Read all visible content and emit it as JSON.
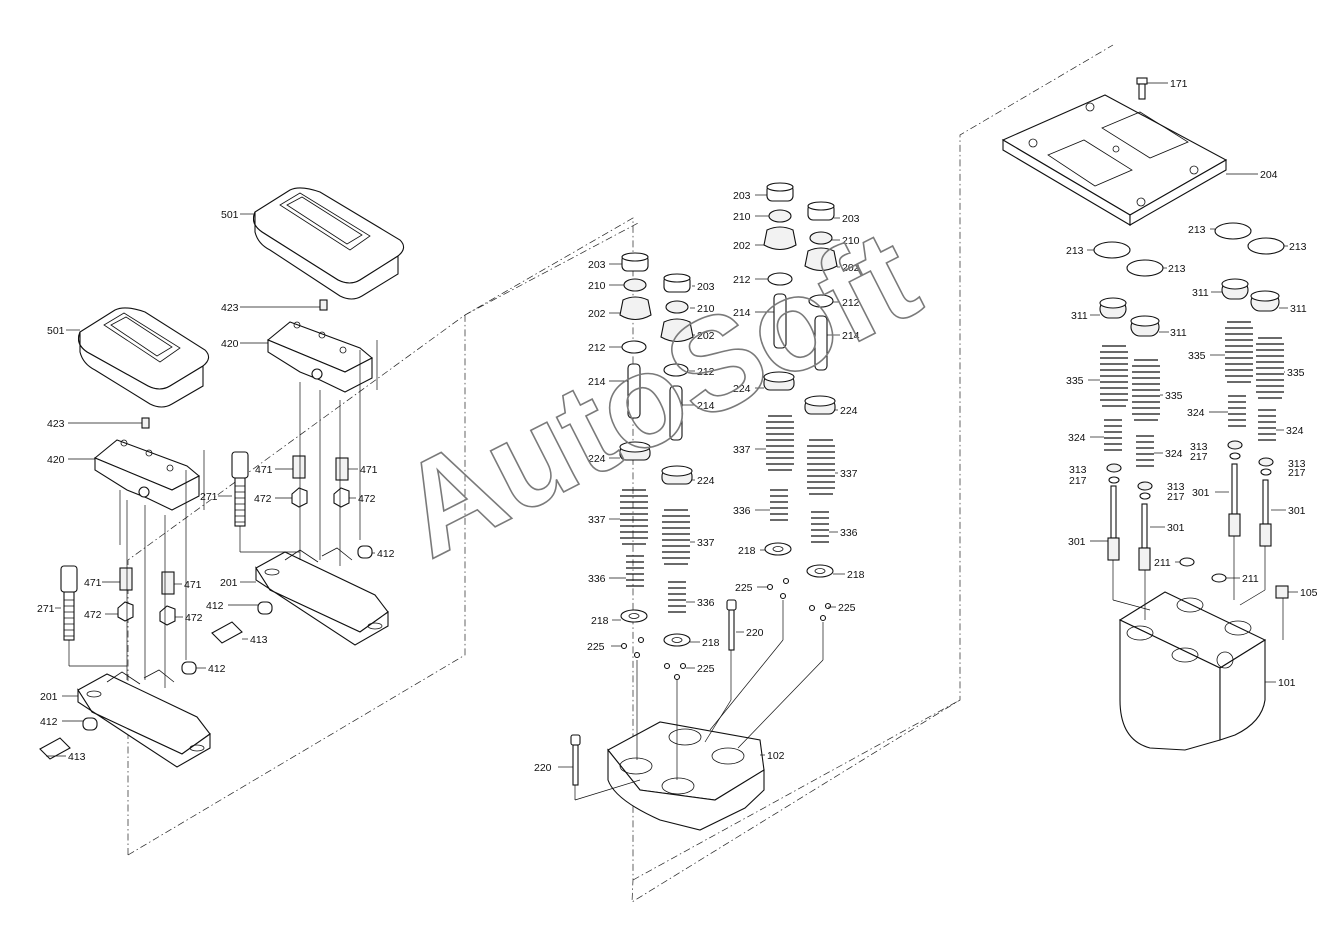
{
  "watermark": "AutoSoft",
  "callouts": {
    "p171": "171",
    "p204": "204",
    "p213a": "213",
    "p213b": "213",
    "p213c": "213",
    "p213d": "213",
    "p311a": "311",
    "p311b": "311",
    "p311c": "311",
    "p311d": "311",
    "p335a": "335",
    "p335b": "335",
    "p335c": "335",
    "p335d": "335",
    "p324a": "324",
    "p324b": "324",
    "p324c": "324",
    "p324d": "324",
    "p313a": "313",
    "p313b": "313",
    "p313c": "313",
    "p313d": "313",
    "p217a": "217",
    "p217b": "217",
    "p217c": "217",
    "p217d": "217",
    "p301a": "301",
    "p301b": "301",
    "p301c": "301",
    "p301d": "301",
    "p211a": "211",
    "p211b": "211",
    "p105": "105",
    "p101": "101",
    "p102": "102",
    "p203a": "203",
    "p203b": "203",
    "p203c": "203",
    "p203d": "203",
    "p210a": "210",
    "p210b": "210",
    "p210c": "210",
    "p210d": "210",
    "p202a": "202",
    "p202b": "202",
    "p202c": "202",
    "p202d": "202",
    "p212a": "212",
    "p212b": "212",
    "p212c": "212",
    "p212d": "212",
    "p214a": "214",
    "p214b": "214",
    "p214c": "214",
    "p214d": "214",
    "p224a": "224",
    "p224b": "224",
    "p224c": "224",
    "p224d": "224",
    "p337a": "337",
    "p337b": "337",
    "p337c": "337",
    "p337d": "337",
    "p336a": "336",
    "p336b": "336",
    "p336c": "336",
    "p336d": "336",
    "p218a": "218",
    "p218b": "218",
    "p218c": "218",
    "p218d": "218",
    "p225a": "225",
    "p225b": "225",
    "p225c": "225",
    "p225d": "225",
    "p220a": "220",
    "p220b": "220",
    "p501a": "501",
    "p501b": "501",
    "p423a": "423",
    "p423b": "423",
    "p420a": "420",
    "p420b": "420",
    "p471a": "471",
    "p471b": "471",
    "p471c": "471",
    "p471d": "471",
    "p472a": "472",
    "p472b": "472",
    "p472c": "472",
    "p472d": "472",
    "p271a": "271",
    "p271b": "271",
    "p201a": "201",
    "p201b": "201",
    "p412a": "412",
    "p412b": "412",
    "p412c": "412",
    "p412d": "412",
    "p413a": "413",
    "p413b": "413"
  }
}
